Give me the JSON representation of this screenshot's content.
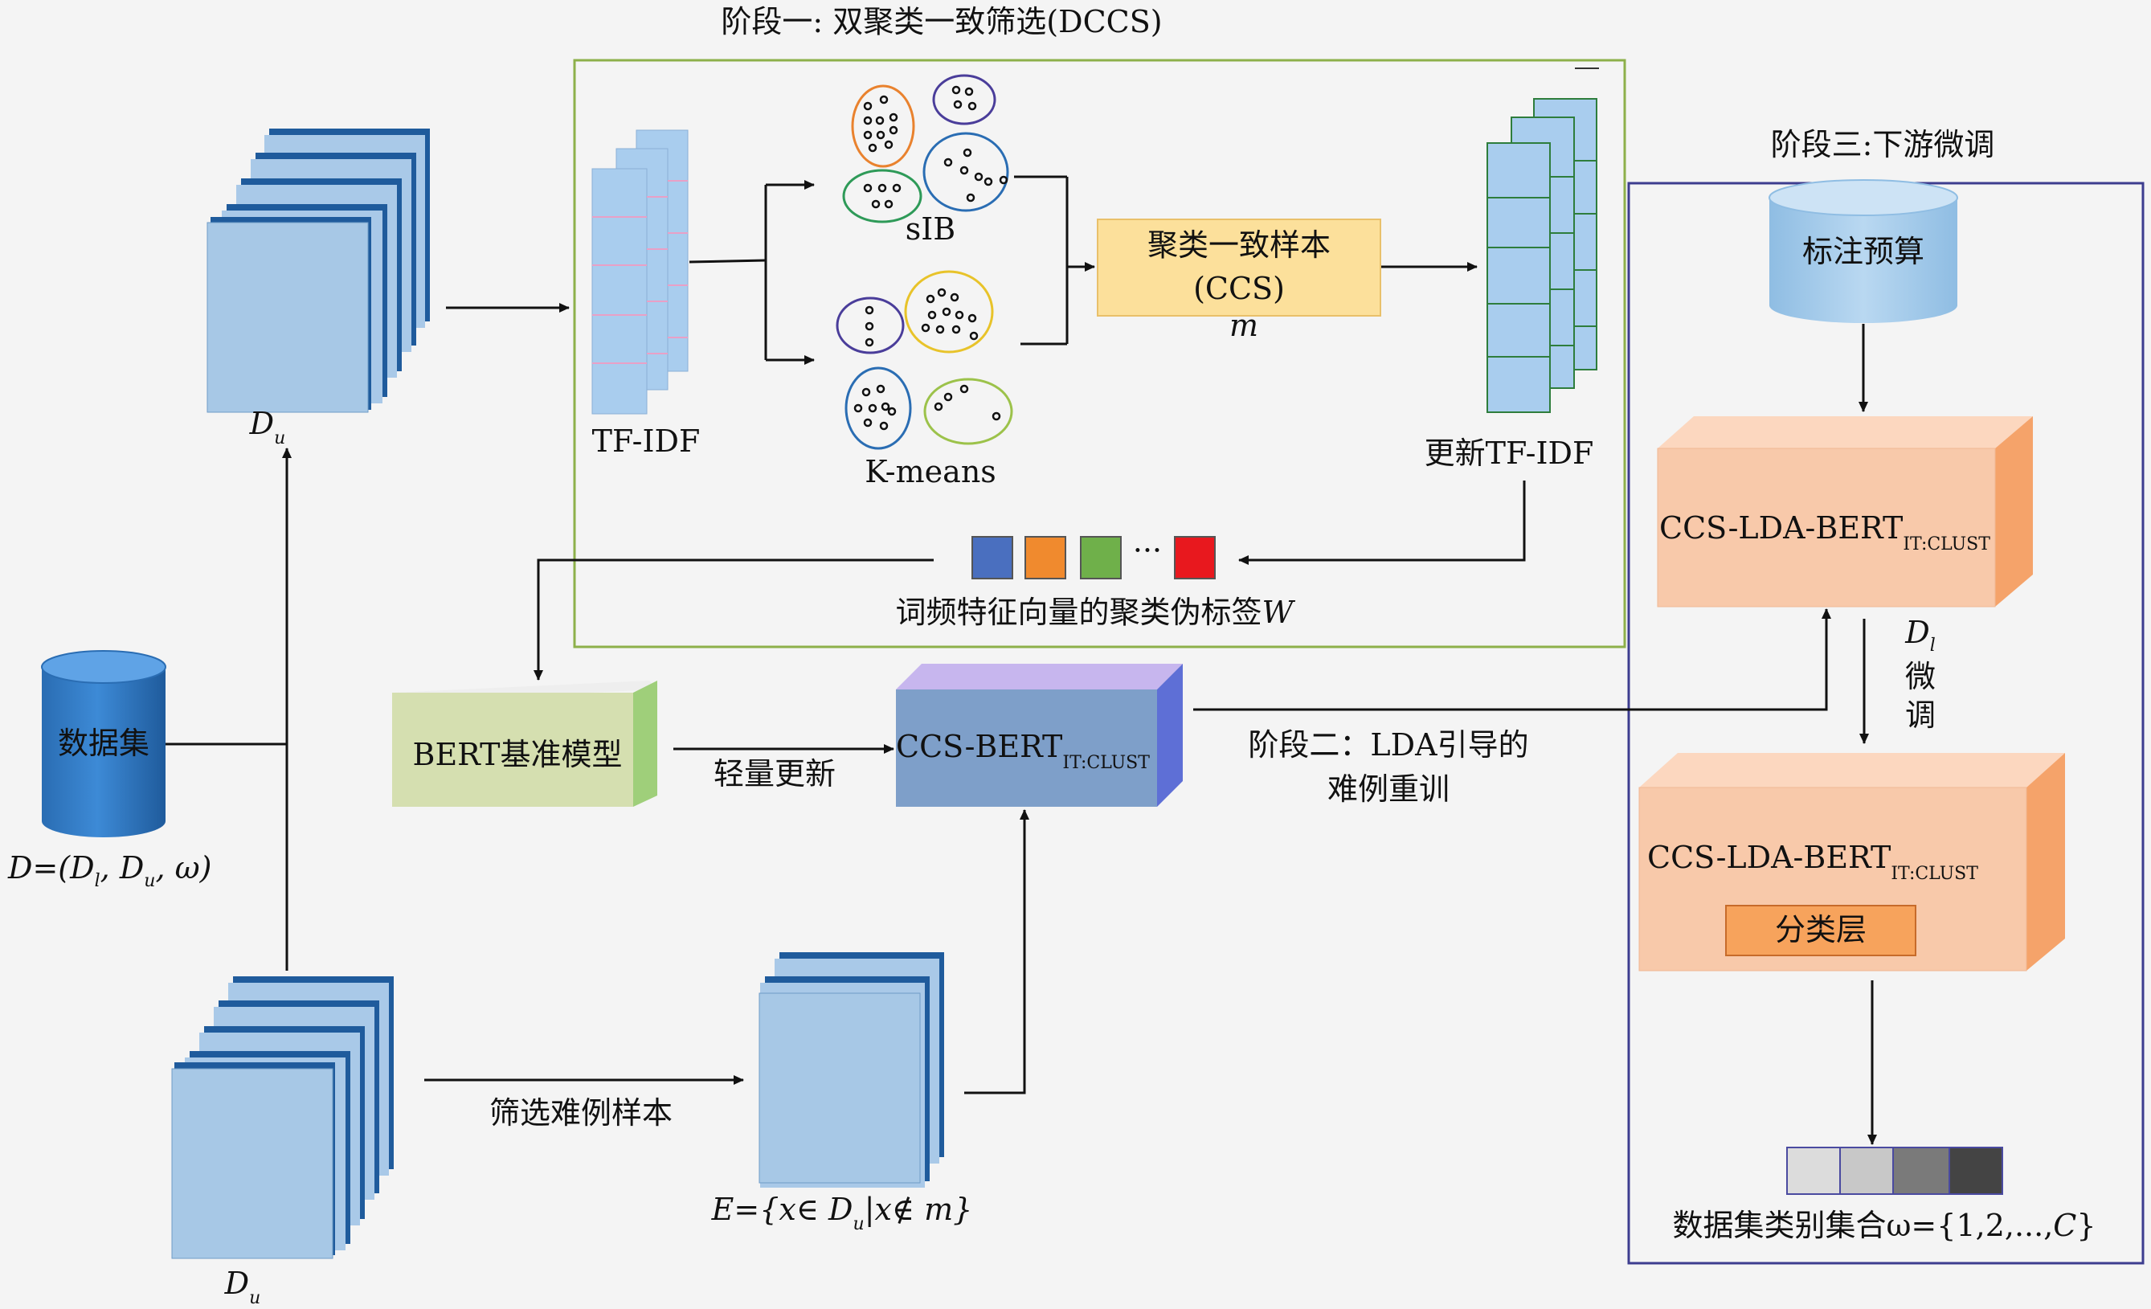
{
  "stage1": {
    "title": "阶段一: 双聚类一致筛选(DCCS)"
  },
  "stage3": {
    "title": "阶段三:下游微调"
  },
  "stage2": {
    "title_line1": "阶段二：LDA引导的",
    "title_line2": "难例重训"
  },
  "left": {
    "du_top": {
      "main": "D",
      "sub": "u"
    },
    "du_bottom": {
      "main": "D",
      "sub": "u"
    },
    "dataset_label": "数据集",
    "dataset_formula": "D=(D",
    "dataset_formula_l": "l",
    "dataset_formula_mid": ", D",
    "dataset_formula_u": "u",
    "dataset_formula_end": ", ω)"
  },
  "dccs": {
    "tfidf_label": "TF-IDF",
    "sib_label": "sIB",
    "kmeans_label": "K-means",
    "ccs_line1": "聚类一致样本",
    "ccs_line2": "(CCS)",
    "ccs_var": "m",
    "updated_tfidf_label": "更新TF-IDF",
    "pseudo_label_text": "词频特征向量的聚类伪标签",
    "pseudo_label_var": "W",
    "ellipsis": "···",
    "label_colors": [
      "#4a6fbf",
      "#f08a2e",
      "#6fb04a",
      "#e8181e"
    ]
  },
  "middle": {
    "bert_base_label": "BERT基准模型",
    "light_update_label": "轻量更新",
    "ccs_bert_main": "CCS-BERT",
    "ccs_bert_sub": "IT:CLUST",
    "filter_label": "筛选难例样本",
    "hard_set_formula": "E={x∈ D",
    "hard_set_sub": "u",
    "hard_set_end": "|x∉ m}"
  },
  "right": {
    "budget_label": "标注预算",
    "model_top_main": "CCS-LDA-BERT",
    "model_top_sub": "IT:CLUST",
    "finetune_var": "D",
    "finetune_var_sub": "l",
    "finetune_char1": "微",
    "finetune_char2": "调",
    "model_bottom_main": "CCS-LDA-BERT",
    "model_bottom_sub": "IT:CLUST",
    "classifier_label": "分类层",
    "label_set_text": "数据集类别集合ω={1,2,...,",
    "label_set_var": "C",
    "label_set_end": "}",
    "class_colors": [
      "#dcdcdc",
      "#c8c8c8",
      "#7a7a7a",
      "#444444"
    ]
  }
}
